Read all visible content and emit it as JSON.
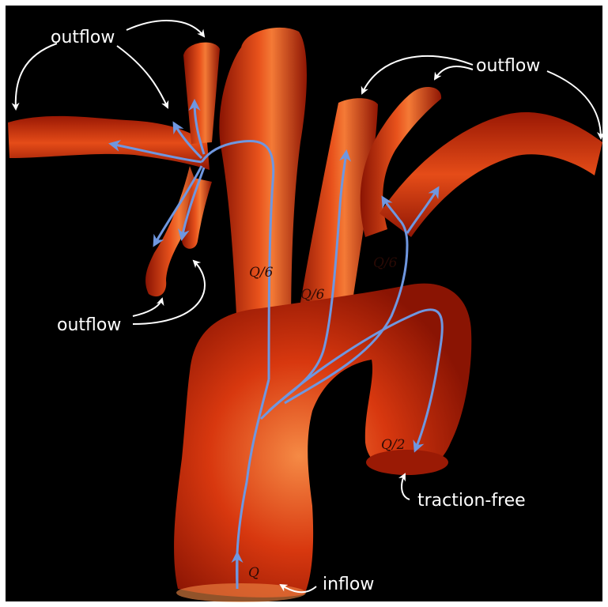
{
  "labels": {
    "outflow_top_left": "outflow",
    "outflow_top_right": "outflow",
    "outflow_mid_left": "outflow",
    "traction_free": "traction-free",
    "inflow": "inflow"
  },
  "flow_labels": {
    "q_sixth_a": "Q/6",
    "q_sixth_b": "Q/6",
    "q_sixth_c": "Q/6",
    "q_half": "Q/2",
    "q_inlet": "Q"
  },
  "colors": {
    "background": "#000000",
    "vessel_dark": "#8a1403",
    "vessel_mid": "#c8280a",
    "vessel_light": "#f06a2a",
    "flow_arrow": "#6f97e0",
    "annotation": "#ffffff"
  }
}
